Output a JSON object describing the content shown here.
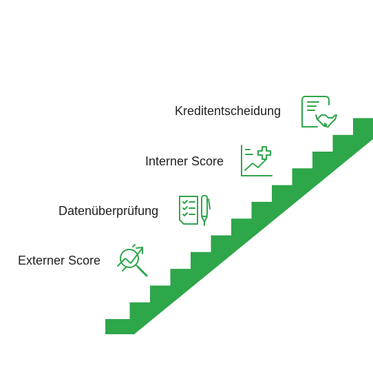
{
  "colors": {
    "stairs": "#2ea64a",
    "icon_stroke": "#2ea64a",
    "label_text": "#222222"
  },
  "steps": [
    {
      "label": "Externer Score",
      "icon": "analytics-magnifier-icon"
    },
    {
      "label": "Datenüberprüfung",
      "icon": "checklist-pen-icon"
    },
    {
      "label": "Interner Score",
      "icon": "chart-plus-icon"
    },
    {
      "label": "Kreditentscheidung",
      "icon": "contract-handshake-icon"
    }
  ]
}
